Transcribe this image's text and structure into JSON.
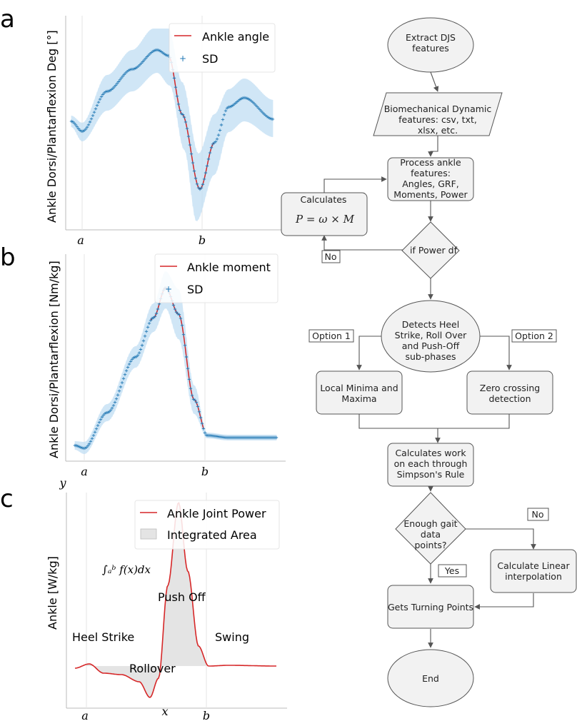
{
  "panels": {
    "a": {
      "letter": "a",
      "ylabel": "Ankle Dorsi/Plantarflexion Deg [°]",
      "tick_a": "a",
      "tick_b": "b",
      "legend": [
        "Ankle angle",
        "SD"
      ]
    },
    "b": {
      "letter": "b",
      "ylabel": "Ankle Dorsi/Plantarflexion [Nm/kg]",
      "tick_a": "a",
      "tick_b": "b",
      "legend": [
        "Ankle moment",
        "SD"
      ]
    },
    "c": {
      "letter": "c",
      "ylabel": "Ankle [W/kg]",
      "y_axis_symbol": "y",
      "x_axis_symbol": "x",
      "tick_a": "a",
      "tick_b": "b",
      "legend": [
        "Ankle Joint Power",
        "Integrated Area"
      ],
      "integral": "∫ₐᵇ f(x)dx",
      "labels": {
        "heel_strike": "Heel Strike",
        "rollover": "Rollover",
        "push_off": "Push Off",
        "swing": "Swing"
      }
    }
  },
  "flowchart": {
    "extract": "Extract DJS features",
    "biomech": "Biomechanical Dynamic features: csv, txt, xlsx, etc.",
    "process": "Process ankle features: Angles, GRF, Moments, Power",
    "calculates": "Calculates",
    "formula": "P = ω × M",
    "no1": "No",
    "if_power": "if Power df",
    "detects": "Detects Heel Strike, Roll Over and Push-Off sub-phases",
    "option1": "Option 1",
    "option2": "Option 2",
    "local": "Local Minima and Maxima",
    "zero": "Zero crossing detection",
    "work": "Calculates work on each through Simpson's Rule",
    "enough": "Enough gait data points?",
    "no2": "No",
    "yes": "Yes",
    "linear": "Calculate Linear interpolation",
    "turning": "Gets Turning Points",
    "end": "End"
  },
  "colors": {
    "mean_line": "#d62728",
    "sd_marker": "#1f77b4",
    "sd_band": "#aed6f1",
    "area_fill": "#e4e4e4",
    "box_fill": "#f2f2f2",
    "box_stroke": "#555555"
  }
}
